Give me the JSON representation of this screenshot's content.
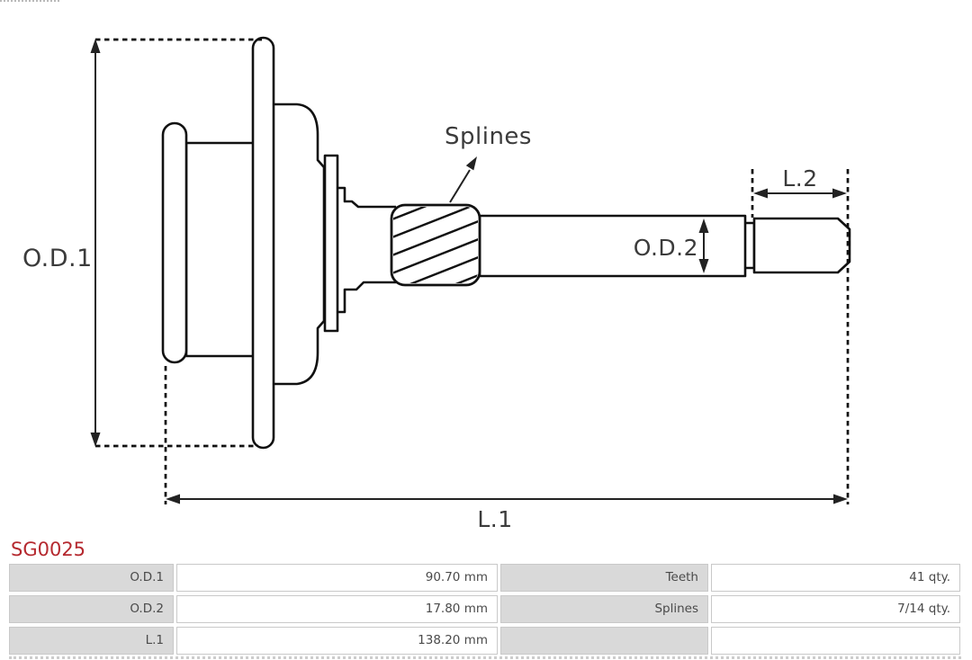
{
  "part": {
    "code": "SG0025"
  },
  "diagram": {
    "type": "technical-drawing",
    "subject": "starter drive gear cross-section",
    "labels": {
      "od1": "O.D.1",
      "od2": "O.D.2",
      "l1": "L.1",
      "l2": "L.2",
      "splines": "Splines"
    }
  },
  "table": {
    "rows": [
      {
        "label": "O.D.1",
        "value": "90.70 mm",
        "label2": "Teeth",
        "value2": "41 qty."
      },
      {
        "label": "O.D.2",
        "value": "17.80 mm",
        "label2": "Splines",
        "value2": "7/14 qty."
      },
      {
        "label": "L.1",
        "value": "138.20 mm",
        "label2": "",
        "value2": ""
      }
    ]
  },
  "colors": {
    "accent_red": "#b5292f",
    "line_black": "#111111",
    "dim_gray_text": "#3b3b3b",
    "table_label_bg": "#d9d9d9",
    "table_border": "#c9c9c9",
    "table_text": "#4a4a4a"
  }
}
